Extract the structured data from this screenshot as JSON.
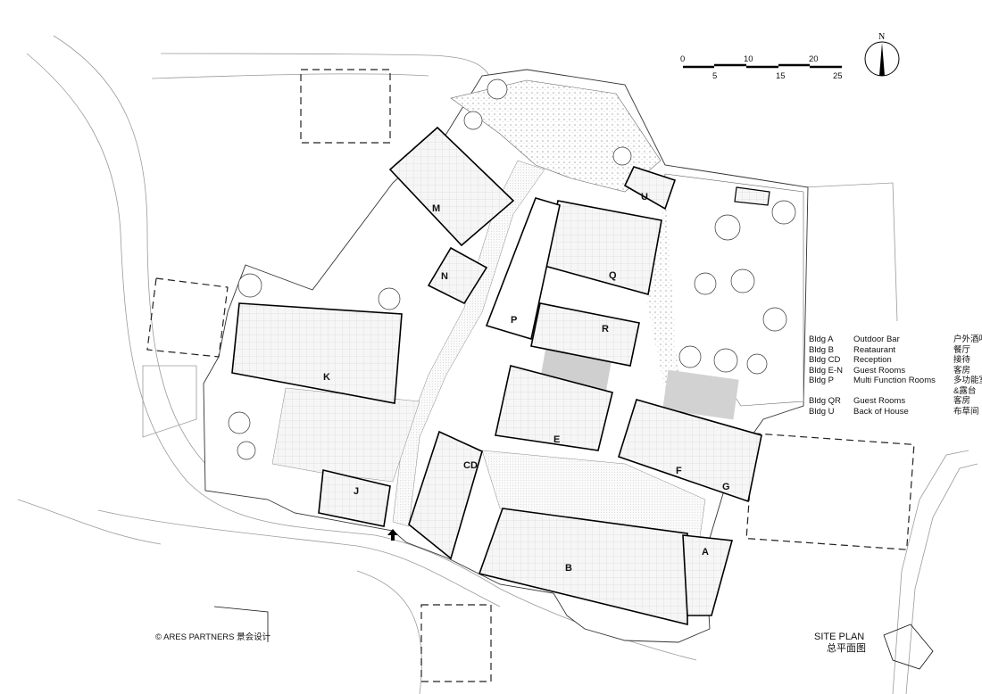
{
  "scale_bar": {
    "ticks": [
      "0",
      "5",
      "10",
      "15",
      "20",
      "25"
    ]
  },
  "north_arrow": {
    "label": "N"
  },
  "buildings": {
    "A": "A",
    "B": "B",
    "CD": "CD",
    "E": "E",
    "F": "F",
    "G": "G",
    "J": "J",
    "K": "K",
    "M": "M",
    "N": "N",
    "P": "P",
    "Q": "Q",
    "R": "R",
    "U": "U"
  },
  "legend": [
    {
      "code": "Bldg A",
      "en": "Outdoor Bar",
      "zh": "户外酒吧"
    },
    {
      "code": "Bldg B",
      "en": "Reataurant",
      "zh": "餐厅"
    },
    {
      "code": "Bldg CD",
      "en": "Reception",
      "zh": "接待"
    },
    {
      "code": "Bldg E-N",
      "en": "Guest Rooms",
      "zh": "客房"
    },
    {
      "code": "Bldg P",
      "en": "Multi Function Rooms",
      "zh": "多功能室"
    },
    {
      "code": "",
      "en": "",
      "zh": "&露台"
    },
    {
      "code": "Bldg QR",
      "en": "Guest Rooms",
      "zh": "客房"
    },
    {
      "code": "Bldg U",
      "en": "Back of House",
      "zh": "布草间"
    }
  ],
  "title": {
    "en": "SITE PLAN",
    "zh": "总平面图"
  },
  "copyright": "© ARES PARTNERS 景会设计",
  "colors": {
    "line": "#111111",
    "faint": "#9a9a9a",
    "fill": "#f3f3f3",
    "paving": "#dcdcdc"
  }
}
